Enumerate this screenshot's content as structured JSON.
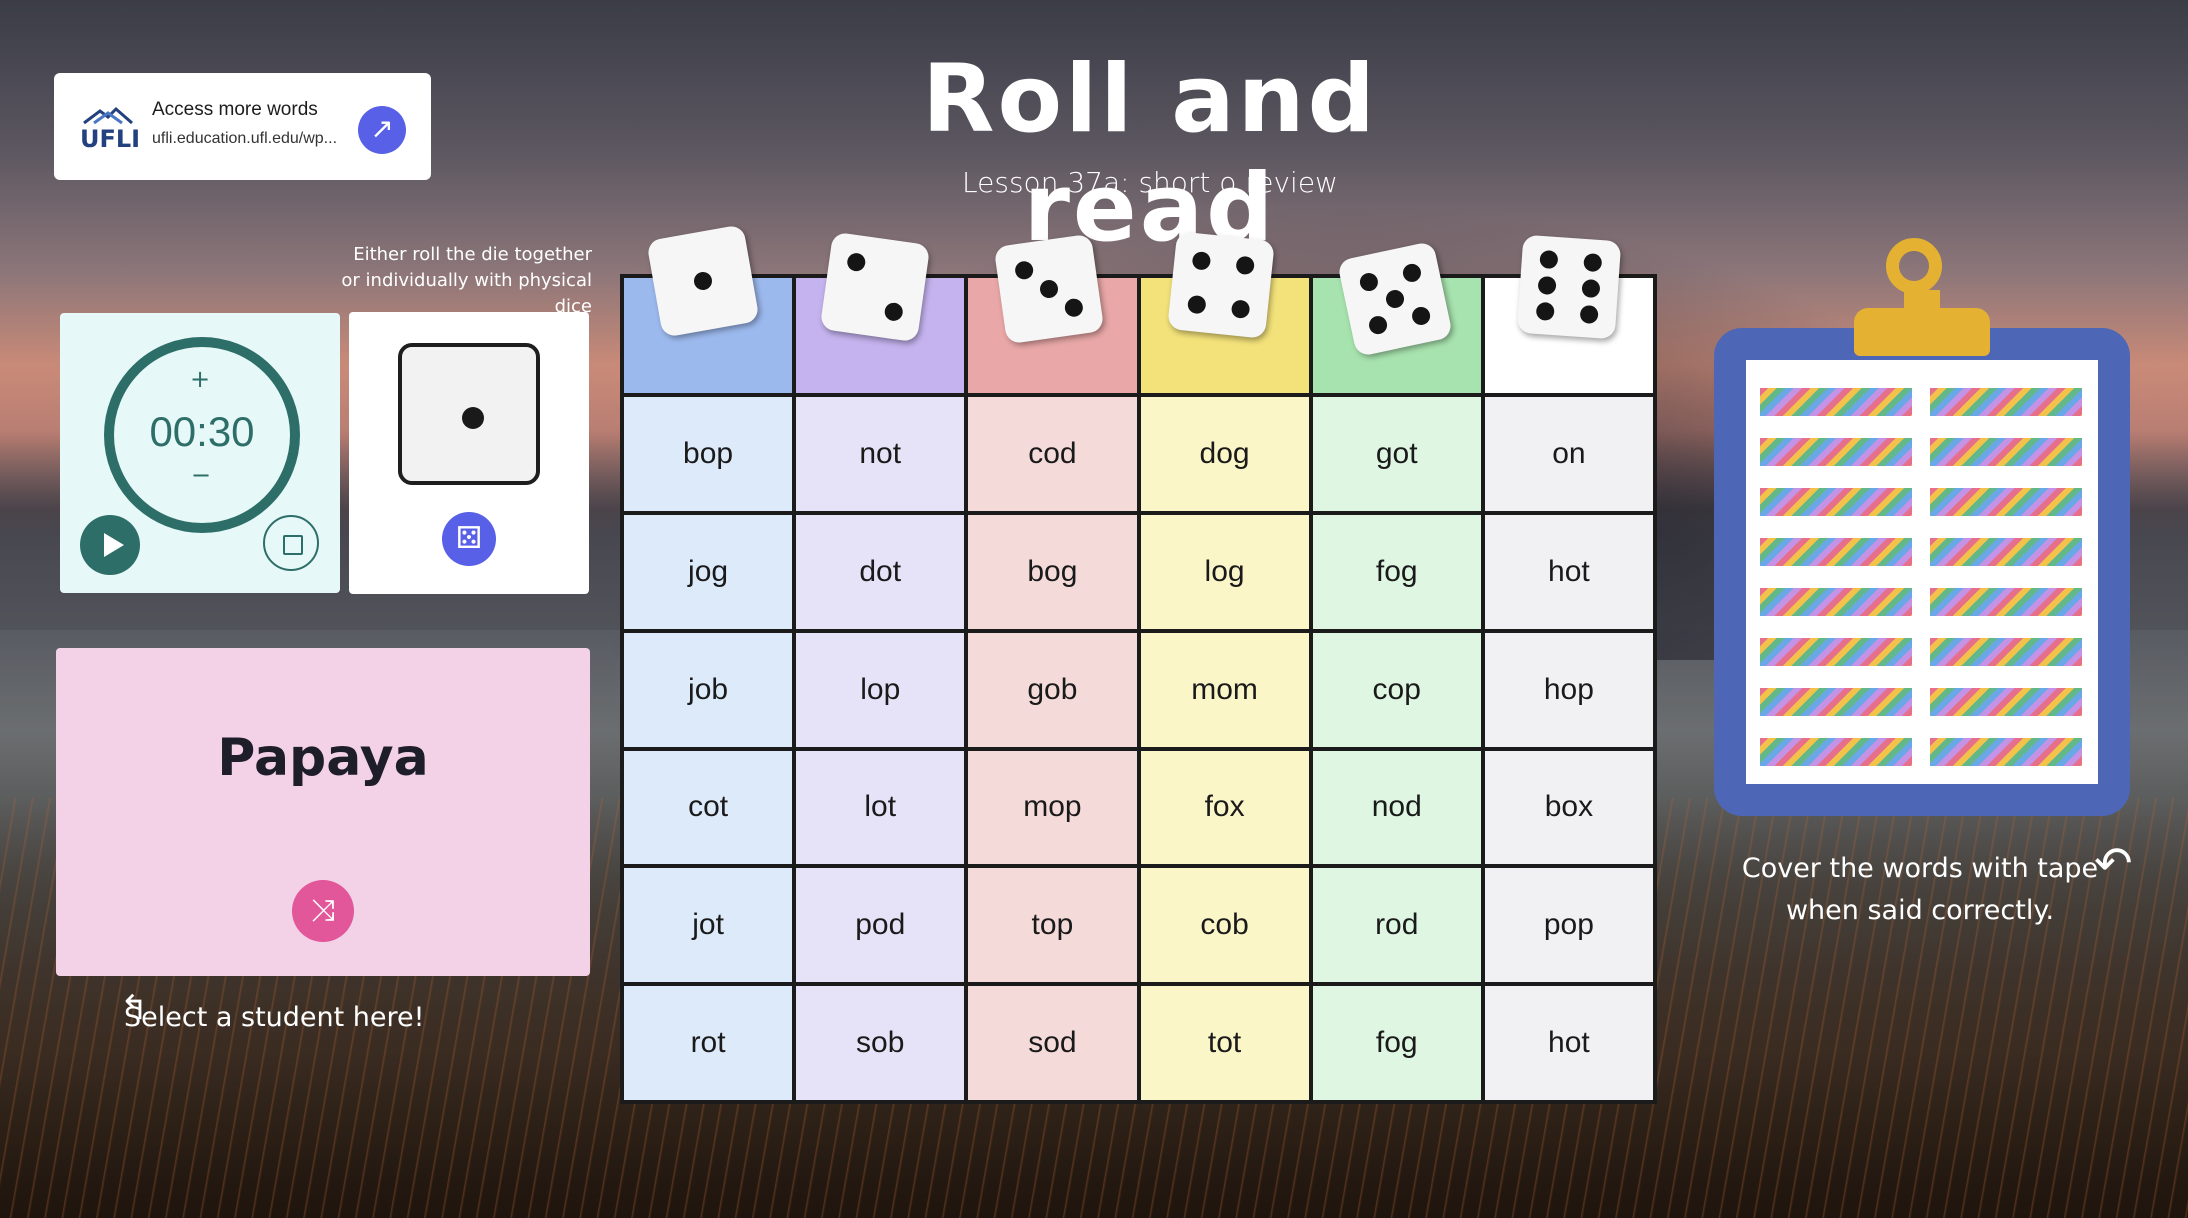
{
  "title": "Roll and read",
  "subtitle": "Lesson 37a: short o review",
  "access": {
    "logo_text": "UFLI",
    "title": "Access more words",
    "url": "ufli.education.ufl.edu/wp..."
  },
  "dice_note": "Either roll the die together or individually with physical dice",
  "timer": {
    "time": "00:30",
    "plus": "+",
    "minus": "−"
  },
  "dice_widget": {
    "value": 1
  },
  "student_picker": {
    "name": "Papaya",
    "hint": "Select a student here!"
  },
  "grid": {
    "header_dice": [
      1,
      2,
      3,
      4,
      5,
      6
    ],
    "rows": [
      [
        "bop",
        "not",
        "cod",
        "dog",
        "got",
        "on"
      ],
      [
        "jog",
        "dot",
        "bog",
        "log",
        "fog",
        "hot"
      ],
      [
        "job",
        "lop",
        "gob",
        "mom",
        "cop",
        "hop"
      ],
      [
        "cot",
        "lot",
        "mop",
        "fox",
        "nod",
        "box"
      ],
      [
        "jot",
        "pod",
        "top",
        "cob",
        "rod",
        "pop"
      ],
      [
        "rot",
        "sob",
        "sod",
        "tot",
        "fog",
        "hot"
      ]
    ],
    "column_colors": [
      "#ddeafa",
      "#e6e2f8",
      "#f5dada",
      "#fbf6c8",
      "#def6e2",
      "#f1f1f3"
    ],
    "header_colors": [
      "#9cb9ee",
      "#c5b3ef",
      "#e9a7a7",
      "#f3e27a",
      "#a7e3ae",
      "#ffffff"
    ]
  },
  "clipboard_note": "Cover the words with tape when said correctly.",
  "colors": {
    "accent_purple": "#5760e6",
    "timer_teal": "#2e6e68",
    "shuffle_pink": "#e2569a",
    "clipboard_blue": "#4d67b6",
    "clip_gold": "#e5b132"
  },
  "icons": {
    "access": "arrow-up-right-icon",
    "timer_start": "play-icon",
    "timer_stop": "stop-icon",
    "roll": "dice-icon",
    "shuffle": "shuffle-icon"
  }
}
